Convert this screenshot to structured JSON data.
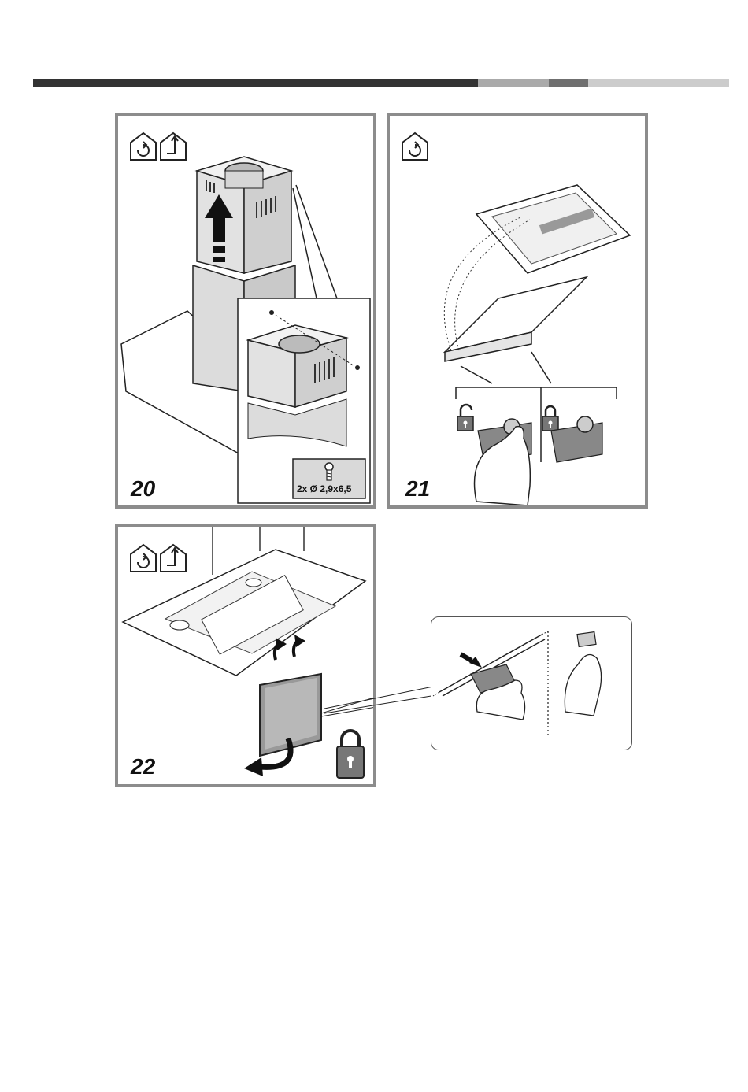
{
  "header_bar": {
    "segments": [
      {
        "color": "#333333",
        "flex": 565
      },
      {
        "color": "#aaaaaa",
        "flex": 90
      },
      {
        "color": "#6f6f6f",
        "flex": 50
      },
      {
        "color": "#cccccc",
        "flex": 179
      }
    ]
  },
  "steps": [
    {
      "number": "20",
      "screw_label": "2x Ø 2,9x6,5"
    },
    {
      "number": "21"
    },
    {
      "number": "22"
    }
  ],
  "icons": {
    "recirculation": "recirculation-mode-icon",
    "extraction": "extraction-mode-icon",
    "lock_open": "padlock-open-icon",
    "lock_closed": "padlock-closed-icon",
    "screw": "screw-icon"
  },
  "colors": {
    "panel_border": "#8c8c8c",
    "panel_fill": "#d9d9d9",
    "line": "#222222"
  }
}
